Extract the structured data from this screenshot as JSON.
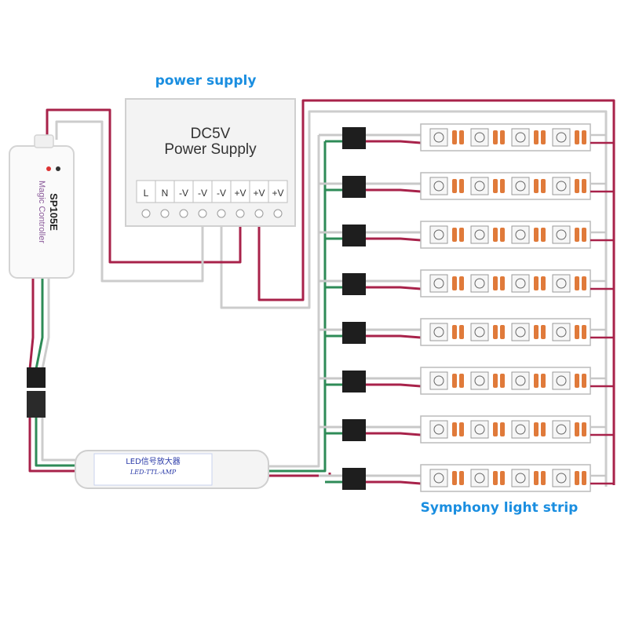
{
  "labels": {
    "power_supply_caption": "power supply",
    "strip_caption": "Symphony light strip"
  },
  "power_supply": {
    "line1": "DC5V",
    "line2": "Power Supply",
    "terminals": [
      "L",
      "N",
      "-V",
      "-V",
      "-V",
      "+V",
      "+V",
      "+V"
    ]
  },
  "controller": {
    "model": "SP105E",
    "name": "Magic Controller"
  },
  "amplifier": {
    "title": "LED信号放大器",
    "subtitle": "LED-TTL-AMP"
  },
  "strip_count": 8,
  "colors": {
    "caption": "#1a8ee0",
    "power_wire": "#a8224a",
    "ground_wire": "#c8c8c8",
    "data_wire": "#2e8b57",
    "strip_led": "#e07a3a"
  }
}
